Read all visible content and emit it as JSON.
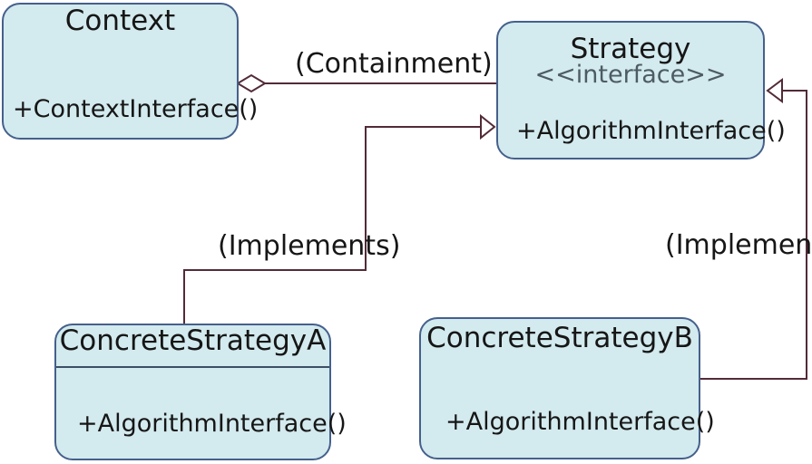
{
  "diagram": {
    "type": "uml-class-diagram",
    "pattern_name": "Strategy",
    "colors": {
      "background": "#ffffff",
      "node_fill": "#d3eaee",
      "node_border": "#45608c",
      "edge_line": "#522b36",
      "text": "#161616",
      "stereotype_text": "#4d5c63"
    },
    "nodes": [
      {
        "id": "context",
        "title": "Context",
        "members": [
          "+ContextInterface()"
        ]
      },
      {
        "id": "strategy",
        "title": "Strategy",
        "stereotype": "<<interface>>",
        "members": [
          "+AlgorithmInterface()"
        ]
      },
      {
        "id": "concrete-strategy-a",
        "title": "ConcreteStrategyA",
        "members": [
          "+AlgorithmInterface()"
        ]
      },
      {
        "id": "concrete-strategy-b",
        "title": "ConcreteStrategyB",
        "members": [
          "+AlgorithmInterface()"
        ]
      }
    ],
    "edges": [
      {
        "from": "context",
        "to": "strategy",
        "type": "aggregation",
        "label": "(Containment)"
      },
      {
        "from": "concrete-strategy-a",
        "to": "strategy",
        "type": "realization",
        "label": "(Implements)"
      },
      {
        "from": "concrete-strategy-b",
        "to": "strategy",
        "type": "realization",
        "label": "(Implements)"
      }
    ]
  }
}
